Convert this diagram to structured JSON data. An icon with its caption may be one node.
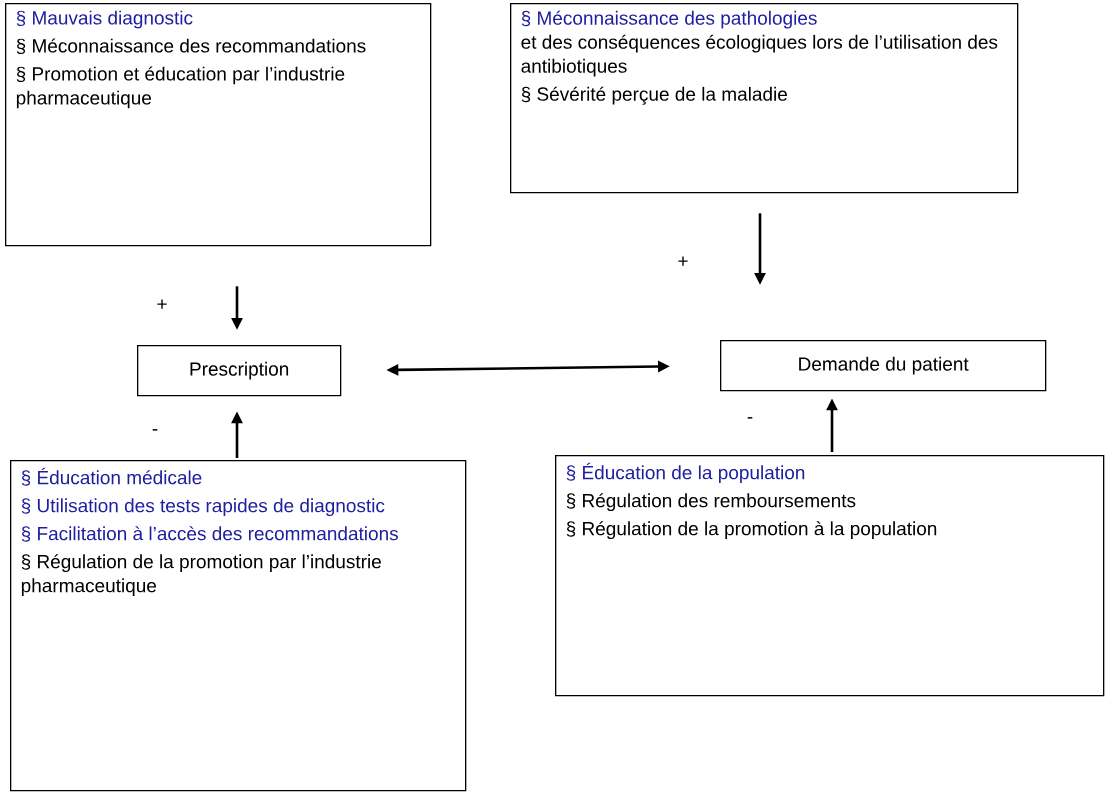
{
  "diagram": {
    "nodes": [
      {
        "text": [
          "§ Mauvais diagnostic",
          "§ Méconnaissance des recommandations",
          "§ Promotion et éducation par l’industrie pharmaceutique"
        ]
      },
      {
        "text": [
          "§ Méconnaissance des pathologies",
          "et des conséquences écologiques lors de l’utilisation des antibiotiques",
          "§ Sévérité perçue de la maladie"
        ]
      },
      {
        "text": [
          "Prescription"
        ]
      },
      {
        "text": [
          "Demande du patient"
        ]
      },
      {
        "text": [
          "§ Éducation médicale",
          "§ Utilisation des tests rapides de diagnostic",
          "§ Facilitation à l’accès des recommandations",
          "§ Régulation de la promotion par l’industrie pharmaceutique"
        ]
      },
      {
        "text": [
          "§ Éducation de la population",
          "§ Régulation des remboursements",
          "§ Régulation de la promotion à la population"
        ]
      }
    ],
    "edges": [
      {
        "from": 0,
        "to": 2,
        "arrow": "to",
        "label": "+"
      },
      {
        "from": 1,
        "to": 3,
        "arrow": "to",
        "label": "+"
      },
      {
        "from": 2,
        "to": 3,
        "arrow": "both"
      },
      {
        "from": 4,
        "to": 2,
        "arrow": "to",
        "label": "-"
      },
      {
        "from": 5,
        "to": 3,
        "arrow": "to",
        "label": "-"
      }
    ]
  }
}
